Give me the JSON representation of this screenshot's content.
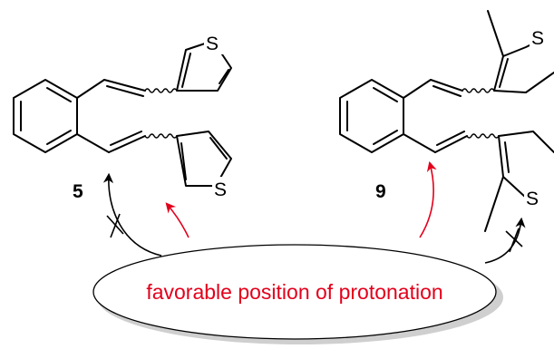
{
  "compounds": [
    {
      "label": "5"
    },
    {
      "label": "9"
    }
  ],
  "atoms": {
    "sulfur": "S"
  },
  "caption": {
    "text": "favorable position of protonation",
    "color": "#e3001b"
  },
  "arrows": {
    "allowed_color": "#e3001b",
    "blocked_color": "#000000"
  }
}
